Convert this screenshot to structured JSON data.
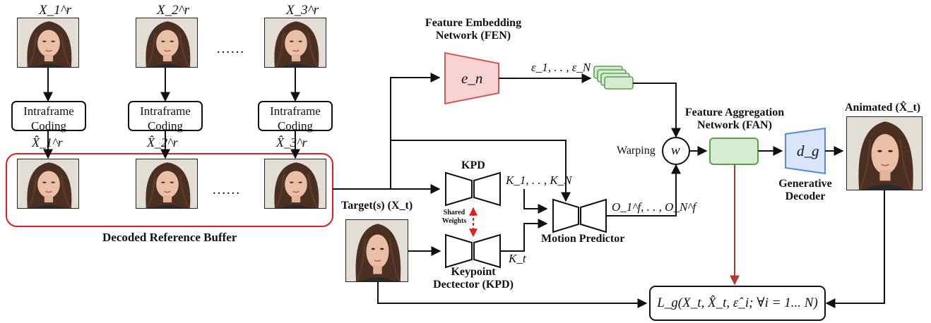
{
  "references": [
    {
      "label": "X_1^r",
      "coding": [
        "Intraframe",
        "Coding"
      ],
      "decoded": "X̂_1^r"
    },
    {
      "label": "X_2^r",
      "coding": [
        "Intraframe",
        "Coding"
      ],
      "decoded": "X̂_2^r"
    },
    {
      "label": "X_3^r",
      "coding": [
        "Intraframe",
        "Coding"
      ],
      "decoded": "X̂_3^r"
    }
  ],
  "ellipsis_top": "……",
  "ellipsis_buffer": "……",
  "buffer_caption": "Decoded Reference Buffer",
  "fen": {
    "title_line1": "Feature Embedding",
    "title_line2": "Network (FEN)",
    "block": "e_n",
    "output": "ε_1, . . , ε_N"
  },
  "kpd": {
    "top_label": "KPD",
    "bottom_line1": "Keypoint",
    "bottom_line2": "Dectector (KPD)",
    "shared": [
      "Shared",
      "Weights"
    ],
    "ref_out": "K_1, . . , K_N",
    "target_out": "K_t"
  },
  "target_label": "Target(s) (X_t)",
  "motion": {
    "label": "Motion Predictor",
    "output": "O_1^f, . . , O_N^f"
  },
  "warp": {
    "label": "Warping",
    "symbol": "w"
  },
  "fan": {
    "title_line1": "Feature Aggregation",
    "title_line2": "Network (FAN)"
  },
  "decoder": {
    "block": "d_g",
    "label_line1": "Generative",
    "label_line2": "Decoder"
  },
  "animated_label": "Animated (X̂_t)",
  "loss": "L_g(X_t, X̂_t, ε̂_i; ∀i = 1... N)",
  "colors": {
    "fen_fill": "#f8d3d3",
    "fen_stroke": "#d05a5a",
    "feat_fill": "#d6ecd0",
    "feat_stroke": "#5aa050",
    "dec_fill": "#d9e6fa",
    "dec_stroke": "#5b8bd6",
    "buffer_border": "#e02020",
    "loss_arrow": "#b03a2e",
    "shared_arrow": "#e02020"
  }
}
